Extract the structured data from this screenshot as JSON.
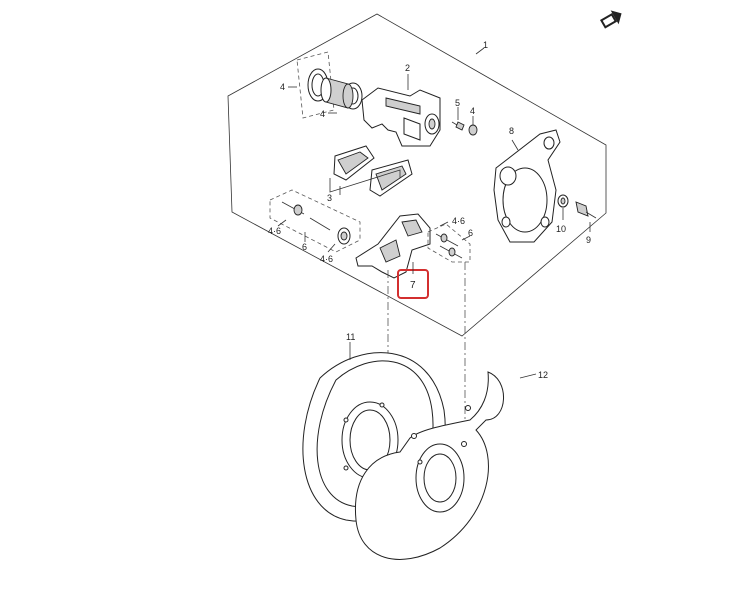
{
  "diagram": {
    "highlight_color": "#d32f2f",
    "labels": {
      "p1": "1",
      "p2": "2",
      "p3": "3",
      "p4a": "4",
      "p4b": "4",
      "p4c": "4",
      "p5": "5",
      "p6a": "6",
      "p6b": "6",
      "p46a": "4·6",
      "p46b": "4·6",
      "p46c": "4·6",
      "p7": "7",
      "p8": "8",
      "p9": "9",
      "p10": "10",
      "p11": "11",
      "p12": "12"
    },
    "direction_icon": "front-direction-arrow-icon"
  }
}
